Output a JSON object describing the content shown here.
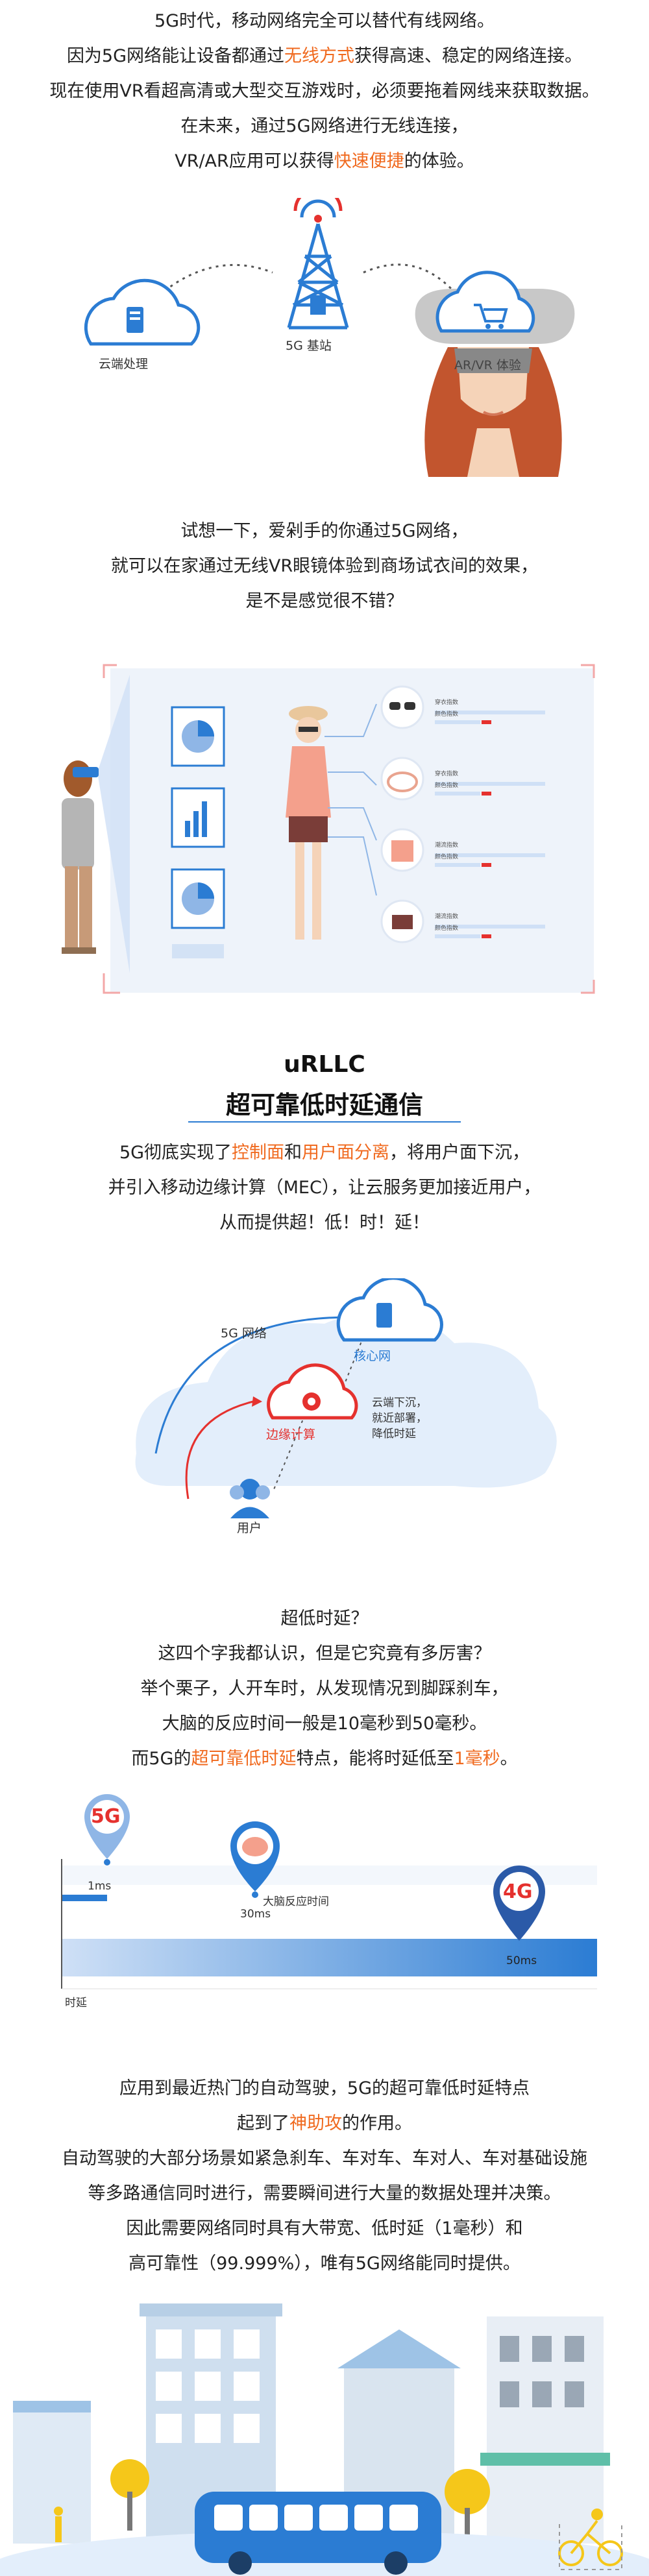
{
  "intro": {
    "lines": [
      [
        "5G时代，移动网络完全可以替代有线网络。"
      ],
      [
        "因为5G网络能让设备都通过",
        {
          "hl": "无线方式"
        },
        "获得高速、稳定的网络连接。"
      ],
      [
        "现在使用VR看超高清或大型交互游戏时，必须要拖着网线来获取数据。"
      ],
      [
        "在未来，通过5G网络进行无线连接，"
      ],
      [
        "VR/AR应用可以获得",
        {
          "hl": "快速便捷"
        },
        "的体验。"
      ]
    ],
    "labels": {
      "cloud": "云端处理",
      "tower": "5G 基站",
      "vr": "AR/VR 体验"
    }
  },
  "shopping": {
    "lines": [
      [
        "试想一下，爱剁手的你通过5G网络，"
      ],
      [
        "就可以在家通过无线VR眼镜体验到商场试衣间的效果，"
      ],
      [
        "是不是感觉很不错？"
      ]
    ],
    "items": [
      {
        "t1": "穿衣指数",
        "t2": "颜色指数",
        "icon": "sunglasses-icon"
      },
      {
        "t1": "穿衣指数",
        "t2": "颜色指数",
        "icon": "hat-icon"
      },
      {
        "t1": "潮流指数",
        "t2": "颜色指数",
        "icon": "shirt-icon"
      },
      {
        "t1": "潮流指数",
        "t2": "颜色指数",
        "icon": "shorts-icon"
      }
    ]
  },
  "urllc": {
    "title": "uRLLC",
    "subtitle": "超可靠低时延通信",
    "lines": [
      [
        "5G彻底实现了",
        {
          "hl": "控制面"
        },
        "和",
        {
          "hl": "用户面分离"
        },
        "，将用户面下沉，"
      ],
      [
        "并引入移动边缘计算（MEC），让云服务更加接近用户，"
      ],
      [
        "从而提供超！低！时！延！"
      ]
    ],
    "labels": {
      "net": "5G 网络",
      "core": "核心网",
      "edge": "边缘计算",
      "user": "用户",
      "note": [
        "云端下沉，",
        "就近部署，",
        "降低时延"
      ]
    }
  },
  "latency": {
    "lines": [
      [
        "超低时延？"
      ],
      [
        "这四个字我都认识，但是它究竟有多厉害？"
      ],
      [
        "举个栗子，人开车时，从发现情况到脚踩刹车，"
      ],
      [
        "大脑的反应时间一般是10毫秒到50毫秒。"
      ],
      [
        "而5G的",
        {
          "hl": "超可靠低时延"
        },
        "特点，能将时延低至",
        {
          "hl": "1毫秒"
        },
        "。"
      ]
    ],
    "pins": {
      "g5": "5G",
      "g4": "4G"
    },
    "axis": {
      "t1": "1ms",
      "t2": "30ms",
      "brain": "大脑反应时间",
      "t3": "50ms",
      "name": "时延"
    }
  },
  "driving": {
    "lines": [
      [
        "应用到最近热门的自动驾驶，5G的超可靠低时延特点"
      ],
      [
        "起到了",
        {
          "hl": "神助攻"
        },
        "的作用。"
      ],
      [
        "自动驾驶的大部分场景如紧急刹车、车对车、车对人、车对基础设施"
      ],
      [
        "等多路通信同时进行，需要瞬间进行大量的数据处理并决策。"
      ],
      [
        "因此需要网络同时具有大带宽、低时延（1毫秒）和"
      ],
      [
        "高可靠性（99.999%），唯有5G网络能同时提供。"
      ]
    ]
  },
  "colors": {
    "accent": "#f06a1f",
    "blue": "#2b7cd3",
    "red": "#e5312e"
  }
}
